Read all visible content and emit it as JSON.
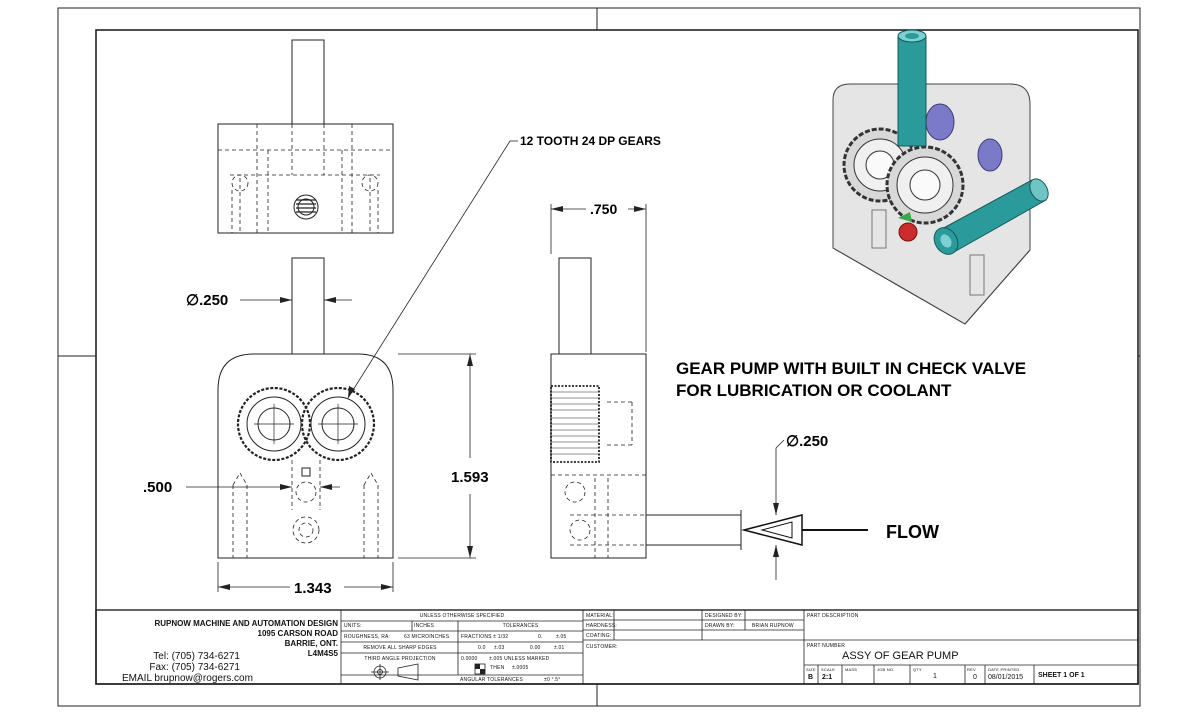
{
  "annotations": {
    "gears_note": "12 TOOTH 24 DP GEARS",
    "title_line1": "GEAR PUMP WITH BUILT IN CHECK VALVE",
    "title_line2": "FOR LUBRICATION OR COOLANT",
    "flow": "FLOW"
  },
  "dimensions": {
    "shaft_dia": "∅.250",
    "inlet_dia": "∅.250",
    "depth": ".750",
    "spacing": ".500",
    "height": "1.593",
    "width": "1.343"
  },
  "company": {
    "name": "RUPNOW MACHINE AND AUTOMATION DESIGN",
    "address1": "1095 CARSON ROAD",
    "address2": "BARRIE, ONT.",
    "postal": "L4M4S5",
    "tel": "Tel: (705) 734-6271",
    "fax": "Fax: (705) 734-6271",
    "email": "EMAIL brupnow@rogers.com"
  },
  "tolerances": {
    "header": "UNLESS OTHERWISE SPECIFIED",
    "units_label": "UNITS:",
    "units_value": "INCHES",
    "tol_label": "TOLERANCES",
    "roughness_label": "ROUGHNESS, Ra:",
    "roughness_value": "63 MICROINCHES",
    "fractions": "FRACTIONS ± 1/32",
    "frac_a": "0.",
    "frac_b": "±.05",
    "sharp_edges": "REMOVE ALL SHARP EDGES",
    "row2_a": "0.0",
    "row2_b": "±.03",
    "row2_c": "0.00",
    "row2_d": "±.01",
    "projection": "THIRD ANGLE PROJECTION",
    "row3_a": "0.0000",
    "row3_b": "±.005 UNLESS MARKED",
    "row3_c": "THEN",
    "row3_d": "±.0005",
    "angular": "ANGULAR TOLERANCES",
    "angular_value": "±0 °.5°"
  },
  "materials": {
    "material_label": "MATERIAL:",
    "hardness_label": "HARDNESS:",
    "coating_label": "COATING:",
    "customer_label": "CUSTOMER:"
  },
  "designer": {
    "designed_label": "DESIGNED BY:",
    "drawn_label": "DRAWN BY:",
    "drawn_value": "BRIAN RUPNOW"
  },
  "part": {
    "desc_label": "PART DESCRIPTION",
    "number_label": "PART NUMBER",
    "number_value": "ASSY OF GEAR PUMP",
    "size_label": "SIZE",
    "size_value": "B",
    "scale_label": "SCALE",
    "scale_value": "2:1",
    "mass_label": "MASS",
    "job_label": "JOB NO.",
    "qty_label": "QTY",
    "qty_value": "1",
    "rev_label": "REV",
    "rev_value": "0",
    "date_label": "DATE PRINTED",
    "date_value": "08/01/2015",
    "sheet": "SHEET 1 OF 1"
  }
}
